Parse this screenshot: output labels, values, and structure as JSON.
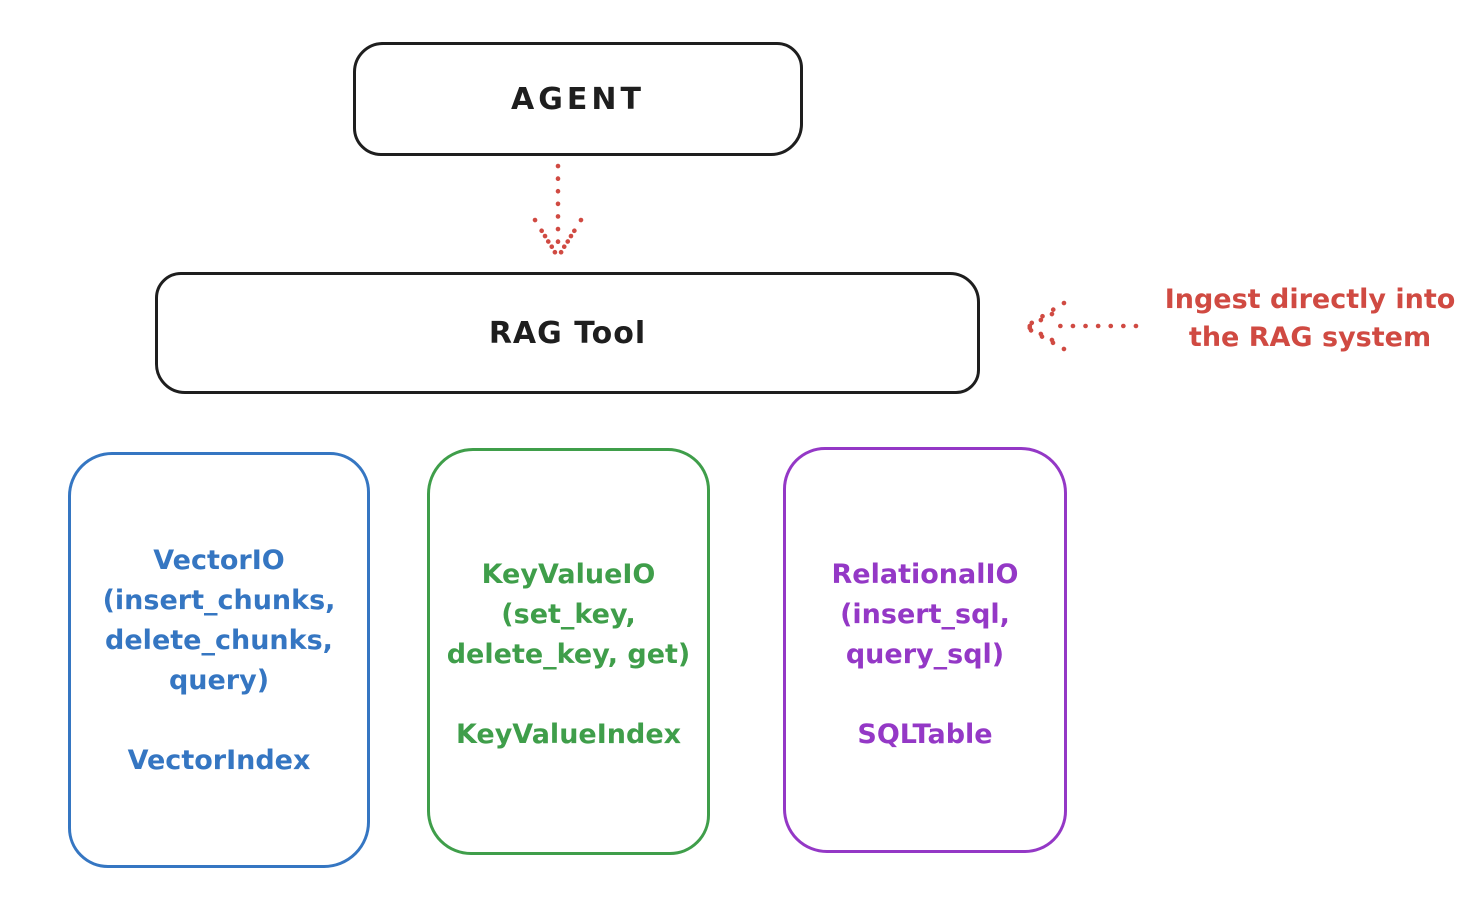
{
  "colors": {
    "ink": "#1e1e1e",
    "red": "#d04a42",
    "vector_blue": "#3576c2",
    "keyvalue_green": "#3f9e4a",
    "relational_purple": "#9438c6",
    "bg": "#ffffff"
  },
  "agent": {
    "label": "AGENT"
  },
  "rag_tool": {
    "label": "RAG Tool"
  },
  "annotation": {
    "line1": "Ingest directly into",
    "line2": "the RAG system"
  },
  "icons": {
    "down_arrow": "dotted-down-arrow",
    "left_arrow": "dotted-left-arrow"
  },
  "storage_nodes": [
    {
      "name": "vector-io",
      "interface_lines": [
        "VectorIO",
        "(insert_chunks,",
        "delete_chunks,",
        "query)"
      ],
      "index_label": "VectorIndex"
    },
    {
      "name": "key-value-io",
      "interface_lines": [
        "KeyValueIO",
        "(set_key,",
        "delete_key, get)"
      ],
      "index_label": "KeyValueIndex"
    },
    {
      "name": "relational-io",
      "interface_lines": [
        "RelationalIO",
        "(insert_sql,",
        "query_sql)"
      ],
      "index_label": "SQLTable"
    }
  ]
}
